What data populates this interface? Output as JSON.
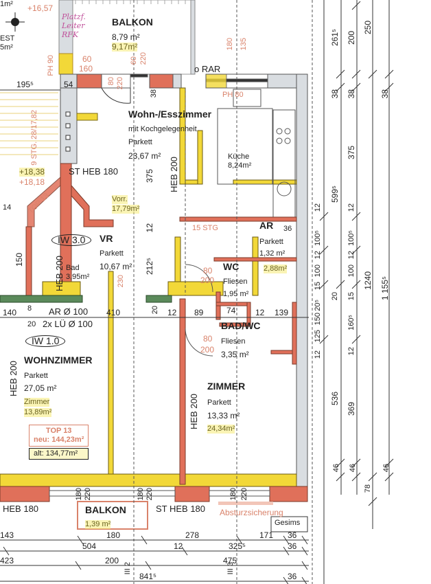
{
  "colors": {
    "wall_red": "#e0705a",
    "wall_yellow": "#f2d838",
    "wall_green": "#5b8a5b",
    "wall_grey": "#d9dde1",
    "annotation_salmon": "#d9826a"
  },
  "top_left": {
    "level1": "+16,57",
    "partial_area": "1m²",
    "partial_room": "EST",
    "partial_area2": "5m²",
    "handwritten_note": "Platzf. Leiter RFK",
    "ph": "PH 90",
    "dim_195": "195⁵",
    "dim_54": "54",
    "stairs": "9 STG. 28/17,82",
    "level2": "+18,38",
    "level3": "+18,18",
    "st_heb": "ST HEB 180",
    "dim_14": "14",
    "top_diag": "TOP 13"
  },
  "balkon_top": {
    "name": "BALKON",
    "area": "8,79 m²",
    "area_new": "9,17m²",
    "door1_w": "60",
    "door1_h": "160",
    "door2_w": "80",
    "door2_h": "220",
    "door3_w": "60",
    "door3_h": "220",
    "dim_38": "38"
  },
  "wohn": {
    "name": "Wohn-/Esszimmer",
    "sub": "mit Kochgelegenheit",
    "floor": "Parkett",
    "area": "23,67 m²",
    "dim_375": "375",
    "heb": "HEB 200"
  },
  "kitchen": {
    "rar": "o RAR",
    "d180": "180",
    "d135": "135",
    "ph": "PH 80",
    "name": "Küche",
    "area": "8,24m²"
  },
  "vorraum": {
    "name": "Vorr.",
    "area": "17,79m²"
  },
  "vr": {
    "tag": "IW 3.0",
    "name": "VR",
    "floor": "Parkett",
    "area": "10,67 m²",
    "dim_150": "150",
    "heb": "HEB 200",
    "bad": "Bad",
    "bad_area": "3,95m²",
    "d230": "230",
    "d2125": "212⁵",
    "d12": "12"
  },
  "ar": {
    "stairs": "15 STG",
    "name": "AR",
    "dim": "36",
    "floor": "Parkett",
    "area": "1,32 m²",
    "area_new": "2,88m²"
  },
  "wc": {
    "name": "WC",
    "door_w": "80",
    "door_h": "200",
    "floor": "Fliesen",
    "area": "1,95 m²"
  },
  "mid_dims": {
    "d140": "140",
    "d8": "8",
    "ar_pipe": "AR Ø 100",
    "d410": "410",
    "d20v": "20",
    "d12a": "12",
    "d89": "89",
    "d74": "74",
    "d12b": "12",
    "d139": "139",
    "d20": "20",
    "lue": "2x LÜ Ø 100"
  },
  "badwc": {
    "name": "BAD/WC",
    "door_w": "80",
    "door_h": "200",
    "floor": "Fliesen",
    "area": "3,35 m²"
  },
  "wohnzimmer": {
    "tag": "IW 1.0",
    "name": "WOHNZIMMER",
    "floor": "Parkett",
    "area": "27,05 m²",
    "old_name": "Zimmer",
    "old_area": "13,89m²",
    "heb": "HEB 200"
  },
  "top_box": {
    "title": "TOP 13",
    "new": "neu: 144,23m²",
    "old": "alt: 134,77m²"
  },
  "zimmer": {
    "name": "ZIMMER",
    "floor": "Parkett",
    "area": "13,33 m²",
    "area_new": "24,34m²",
    "heb": "HEB 200"
  },
  "bottom": {
    "heb": "HEB 180",
    "w1a": "180",
    "w1b": "220",
    "w2a": "180",
    "w2b": "220",
    "balkon": "BALKON",
    "balkon_area": "1,39 m²",
    "st_heb": "ST HEB 180",
    "w3a": "180",
    "w3b": "220",
    "absturz": "Absturzsicherung",
    "gesims": "Gesims",
    "cut2": "III 2",
    "cut3": "III 3"
  },
  "bottom_dims": {
    "r1": [
      "143",
      "180",
      "278",
      "171",
      "36"
    ],
    "r2": [
      "504",
      "12",
      "325⁵",
      "36"
    ],
    "r3": [
      "423",
      "200",
      "475"
    ],
    "r4": [
      "841⁵",
      "36"
    ]
  },
  "right_dims": {
    "c1": [
      "261⁵",
      "38",
      "599⁵",
      "536",
      "20",
      "46"
    ],
    "c2": [
      "200",
      "38",
      "375",
      "12",
      "100⁵",
      "12",
      "100",
      "15",
      "160⁵",
      "12",
      "369",
      "46"
    ],
    "c3": [
      "250",
      "1240",
      "78"
    ],
    "c4": [
      "38",
      "1 155⁵",
      "46"
    ],
    "c0": [
      "12",
      "100⁵",
      "12",
      "100",
      "15",
      "20⁵",
      "150",
      "125",
      "12"
    ]
  }
}
